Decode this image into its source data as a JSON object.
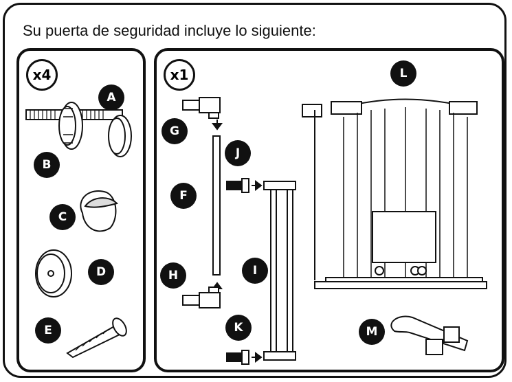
{
  "title": "Su puerta de seguridad incluye lo siguiente:",
  "quantities": {
    "left": "x4",
    "right": "x1"
  },
  "parts": {
    "A": "A",
    "B": "B",
    "C": "C",
    "D": "D",
    "E": "E",
    "F": "F",
    "G": "G",
    "H": "H",
    "I": "I",
    "J": "J",
    "K": "K",
    "L": "L",
    "M": "M"
  },
  "colors": {
    "ink": "#111111",
    "badge_bg": "#111111",
    "badge_text": "#ffffff"
  }
}
